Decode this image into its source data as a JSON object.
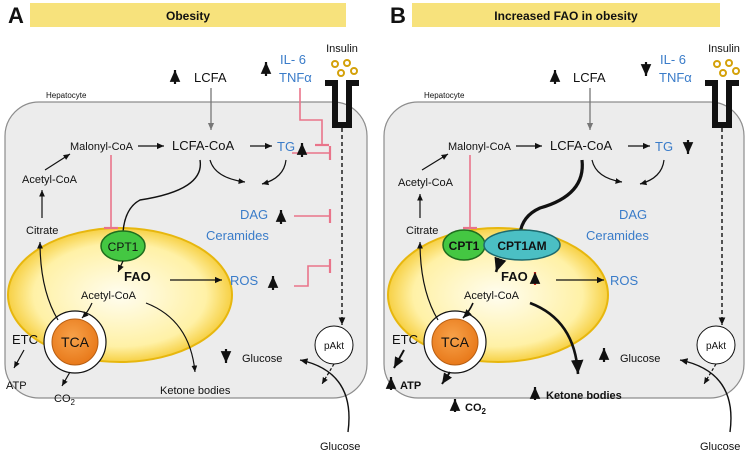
{
  "panels": {
    "a": {
      "letter": "A",
      "title": "Obesity",
      "cell_label": "Hepatocyte",
      "outside": {
        "lcfa": "LCFA",
        "il6": "IL- 6",
        "tnfa": "TNFα",
        "insulin": "Insulin",
        "glucose": "Glucose"
      },
      "cell": {
        "malonyl": "Malonyl-CoA",
        "lcfacoa": "LCFA-CoA",
        "tg": "TG",
        "acetyl_top": "Acetyl-CoA",
        "citrate": "Citrate",
        "dag": "DAG",
        "ceramides": "Ceramides",
        "ros": "ROS",
        "cpt1": "CPT1",
        "fao": "FAO",
        "acetyl_mito": "Acetyl-CoA",
        "etc": "ETC",
        "tca": "TCA",
        "atp": "ATP",
        "co2": "CO",
        "co2_sub": "2",
        "ketone": "Ketone bodies",
        "glucose": "Glucose",
        "pakt": "pAkt"
      }
    },
    "b": {
      "letter": "B",
      "title": "Increased FAO in obesity",
      "cell_label": "Hepatocyte",
      "outside": {
        "lcfa": "LCFA",
        "il6": "IL- 6",
        "tnfa": "TNFα",
        "insulin": "Insulin",
        "glucose": "Glucose"
      },
      "cell": {
        "malonyl": "Malonyl-CoA",
        "lcfacoa": "LCFA-CoA",
        "tg": "TG",
        "acetyl_top": "Acetyl-CoA",
        "citrate": "Citrate",
        "dag": "DAG",
        "ceramides": "Ceramides",
        "ros": "ROS",
        "cpt1": "CPT1",
        "cpt1am": "CPT1AM",
        "fao": "FAO",
        "acetyl_mito": "Acetyl-CoA",
        "etc": "ETC",
        "tca": "TCA",
        "atp": "ATP",
        "co2": "CO",
        "co2_sub": "2",
        "ketone": "Ketone bodies",
        "glucose": "Glucose",
        "pakt": "pAkt"
      }
    }
  },
  "colors": {
    "title_bar": "#f7e27c",
    "cell_fill": "#ececec",
    "mito_fill": "#fff3b8",
    "mito_rim": "#f2c318",
    "cpt1": "#44c742",
    "cpt1am": "#4bbfc4",
    "tca": "#f08a1e",
    "inhibit": "#e9748a",
    "blue_text": "#3a7cc9",
    "up_red": "#e0261b"
  }
}
